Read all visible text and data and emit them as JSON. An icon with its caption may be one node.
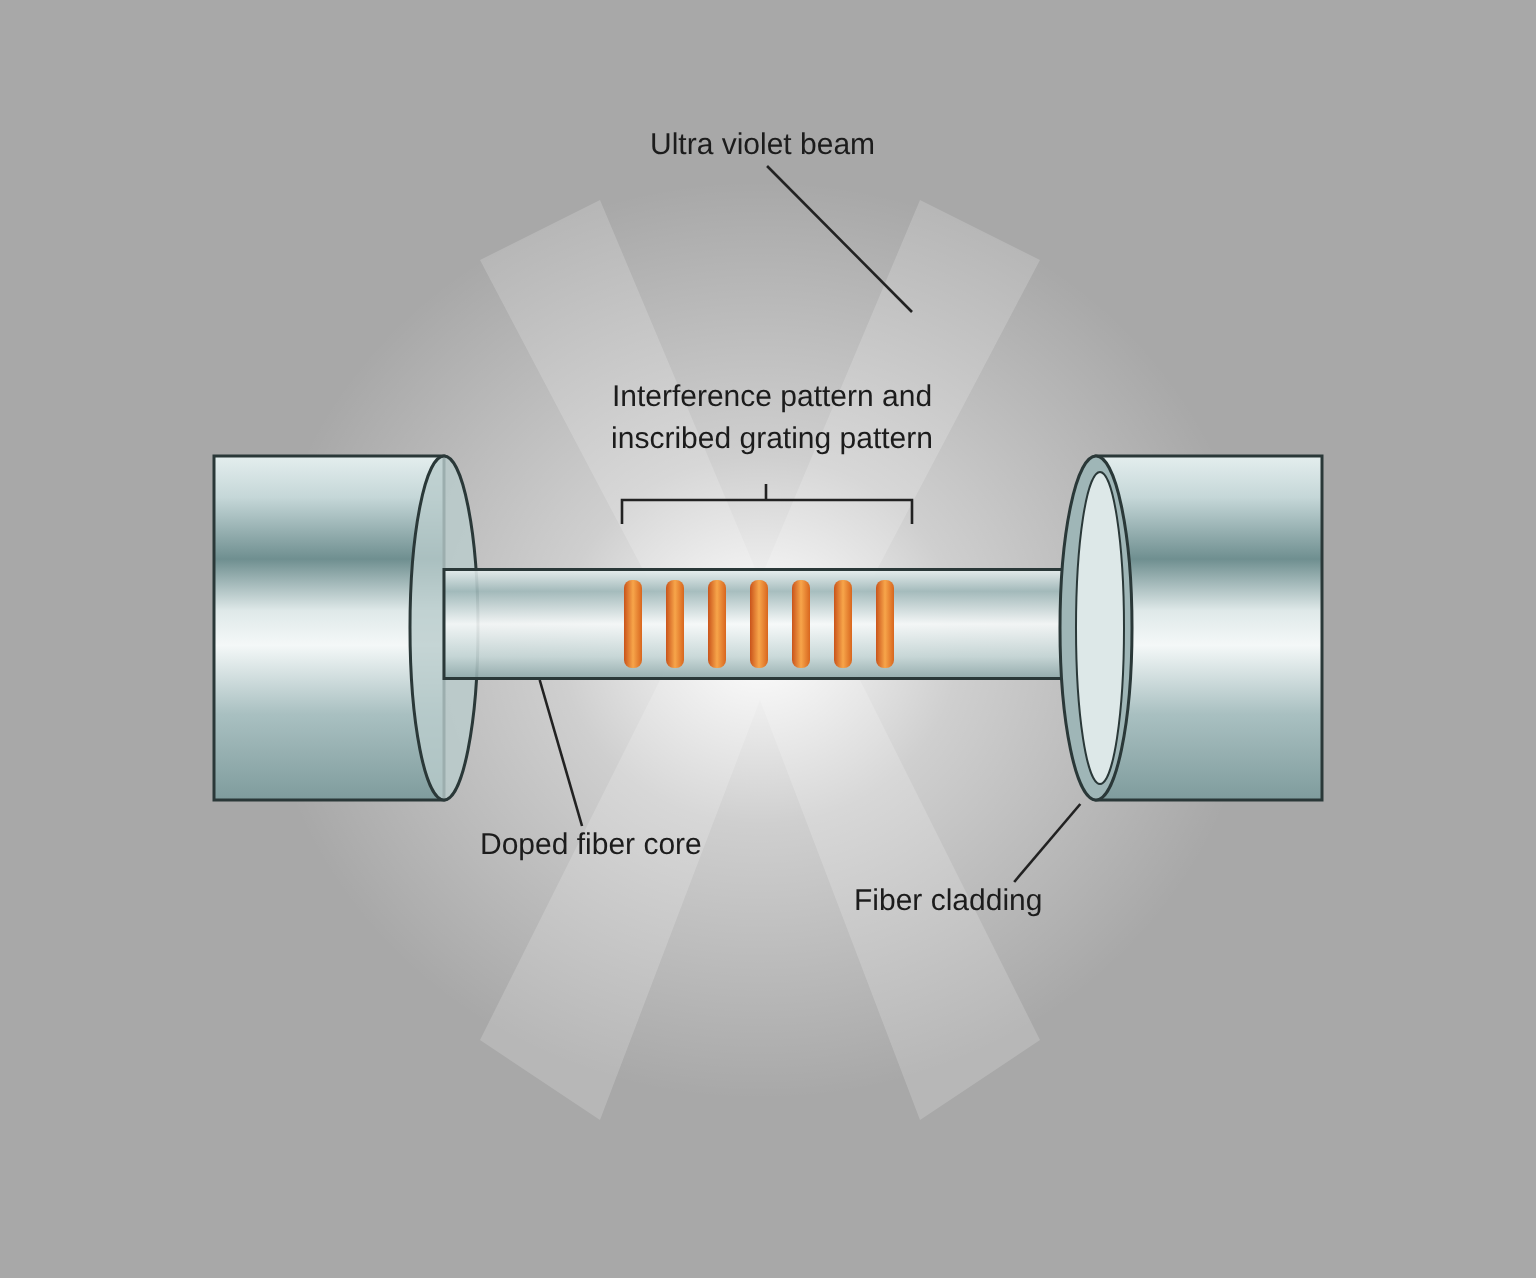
{
  "diagram": {
    "nodes": [
      {
        "text": [
          "Ultra violet beam"
        ]
      },
      {
        "text": [
          "Doped fiber core"
        ]
      },
      {
        "text": [
          "Fiber cladding"
        ]
      },
      {
        "text": [],
        "shape": "bar"
      },
      {
        "text": [],
        "shape": "cylinder"
      }
    ],
    "edges": [
      {
        "from": 0,
        "to": null,
        "arrow": "none"
      },
      {
        "from": 1,
        "to": 3,
        "arrow": "none"
      },
      {
        "from": 2,
        "to": 4,
        "arrow": "none"
      }
    ],
    "labels": [
      "Interference pattern and inscribed grating pattern"
    ]
  }
}
